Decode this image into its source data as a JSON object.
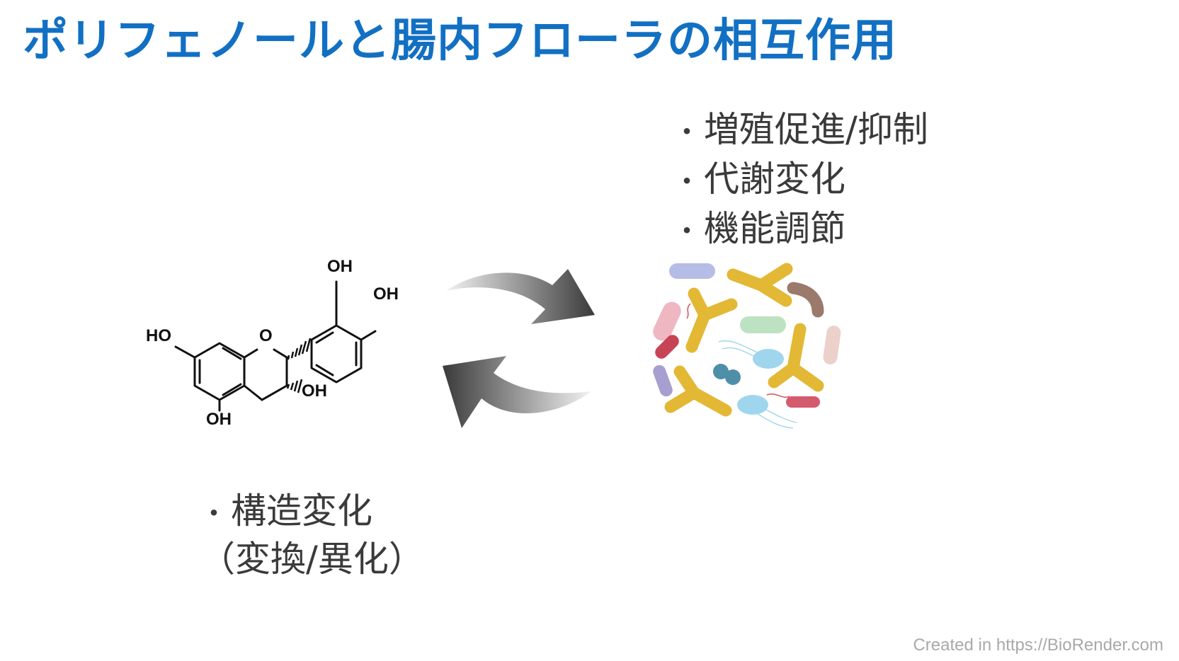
{
  "title": "ポリフェノールと腸内フローラの相互作用",
  "microbe_effects": {
    "bullet": "・",
    "items": [
      "増殖促進/抑制",
      "代謝変化",
      "機能調節"
    ]
  },
  "polyphenol_effects": {
    "bullet": "・",
    "line1": "構造変化",
    "line2": "（変換/異化）"
  },
  "molecule_labels": {
    "oh_top": "OH",
    "oh_right": "OH",
    "ho_left": "HO",
    "o_ring": "O",
    "oh_ring": "OH",
    "oh_bottom": "OH"
  },
  "credit": "Created in  https://BioRender.com",
  "colors": {
    "title": "#1270c3",
    "text": "#3a3a3a",
    "credit": "#a9a9a9",
    "bacteria_yellow": "#e3b835"
  },
  "icons": [
    "cycle-arrow-top-icon",
    "cycle-arrow-bottom-icon",
    "bacteria-cluster-icon",
    "catechin-structure-icon"
  ]
}
